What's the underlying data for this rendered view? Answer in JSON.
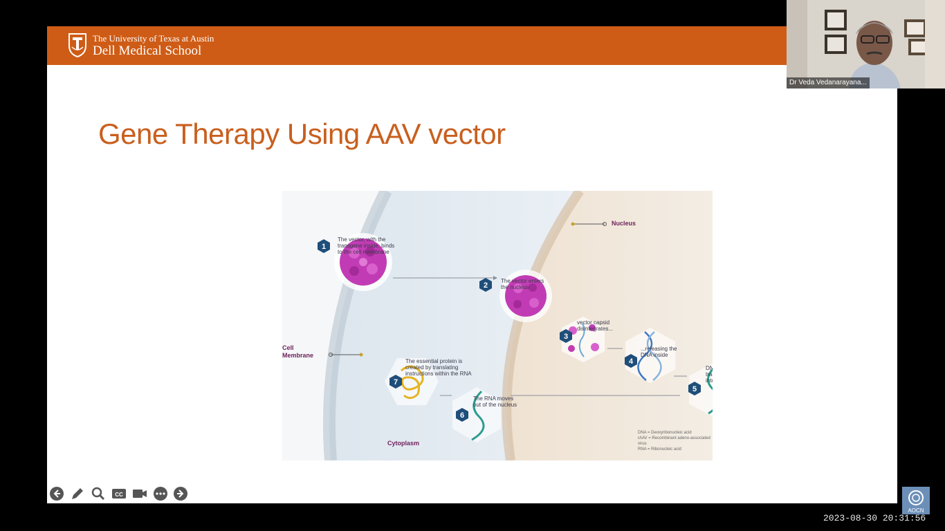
{
  "banner": {
    "university": "The University of Texas at Austin",
    "school": "Dell Medical School",
    "color": "#cf5c16"
  },
  "slide": {
    "title": "Gene Therapy Using AAV vector",
    "title_color": "#c95f1e"
  },
  "diagram": {
    "labels": {
      "nucleus": "Nucleus",
      "cell_membrane_1": "Cell",
      "cell_membrane_2": "Membrane",
      "cytoplasm": "Cytoplasm"
    },
    "steps": [
      {
        "num": "1",
        "lines": [
          "The vector, with the",
          "transgene inside, binds",
          "to the cell membrane"
        ]
      },
      {
        "num": "2",
        "lines": [
          "The vector enters",
          "the nucleus"
        ]
      },
      {
        "num": "3",
        "lines": [
          "vector capsid",
          "disintegrates..."
        ]
      },
      {
        "num": "4",
        "lines": [
          "...releasing the",
          "DNA inside"
        ]
      },
      {
        "num": "5",
        "lines": [
          "DNA is",
          "transcribed",
          "into RNA"
        ]
      },
      {
        "num": "6",
        "lines": [
          "The RNA moves",
          "out of the nucleus"
        ]
      },
      {
        "num": "7",
        "lines": [
          "The essential protein is",
          "created by translating",
          "instructions within the RNA"
        ]
      }
    ],
    "legend": [
      "DNA = Deoxyribonucleic acid",
      "rAAV = Recombinant adeno-associated virus",
      "RNA = Ribonucleic acid"
    ],
    "colors": {
      "badge": "#1f4e79",
      "virus": "#c13cb4",
      "protein": "#e5b323",
      "dna": "#2a9d8f"
    }
  },
  "toolbar": {
    "icons": [
      "back-arrow-icon",
      "pen-icon",
      "zoom-icon",
      "captions-icon",
      "camera-icon",
      "more-icon",
      "forward-arrow-icon"
    ]
  },
  "webcam": {
    "name": "Dr Veda Vedanarayana..."
  },
  "timestamp": "2023-08-30  20:31:56",
  "corner_logo": {
    "text": "AOCN"
  }
}
